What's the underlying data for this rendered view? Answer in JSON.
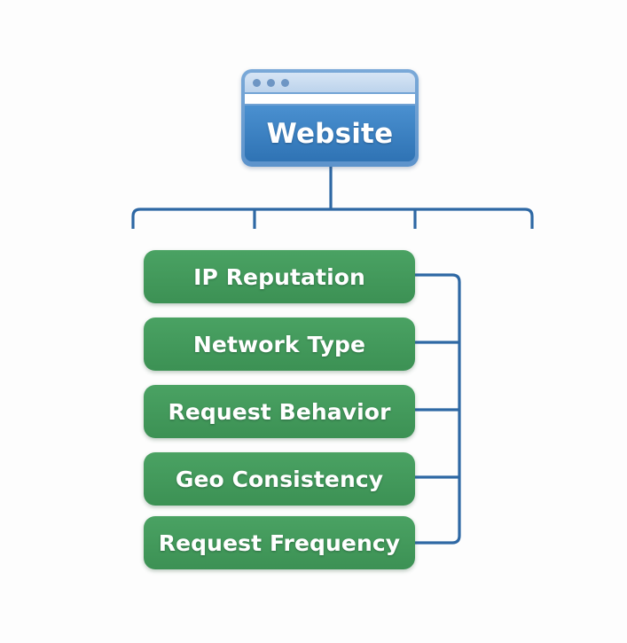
{
  "diagram": {
    "title_text": "Website",
    "root": {
      "label": "Website",
      "icon": "browser-window-icon",
      "color": "#3b82c4",
      "titlebar_color": "#c9dcf0",
      "dots": [
        "window-dot-1",
        "window-dot-2",
        "window-dot-3"
      ]
    },
    "branch_color": "#2e68a4",
    "node_color": "#3f9a58",
    "background_color": "#fdfdfd",
    "factors": [
      {
        "label": "IP Reputation"
      },
      {
        "label": "Network Type"
      },
      {
        "label": "Request Behavior"
      },
      {
        "label": "Geo Consistency"
      },
      {
        "label": "Request Frequency"
      }
    ]
  }
}
